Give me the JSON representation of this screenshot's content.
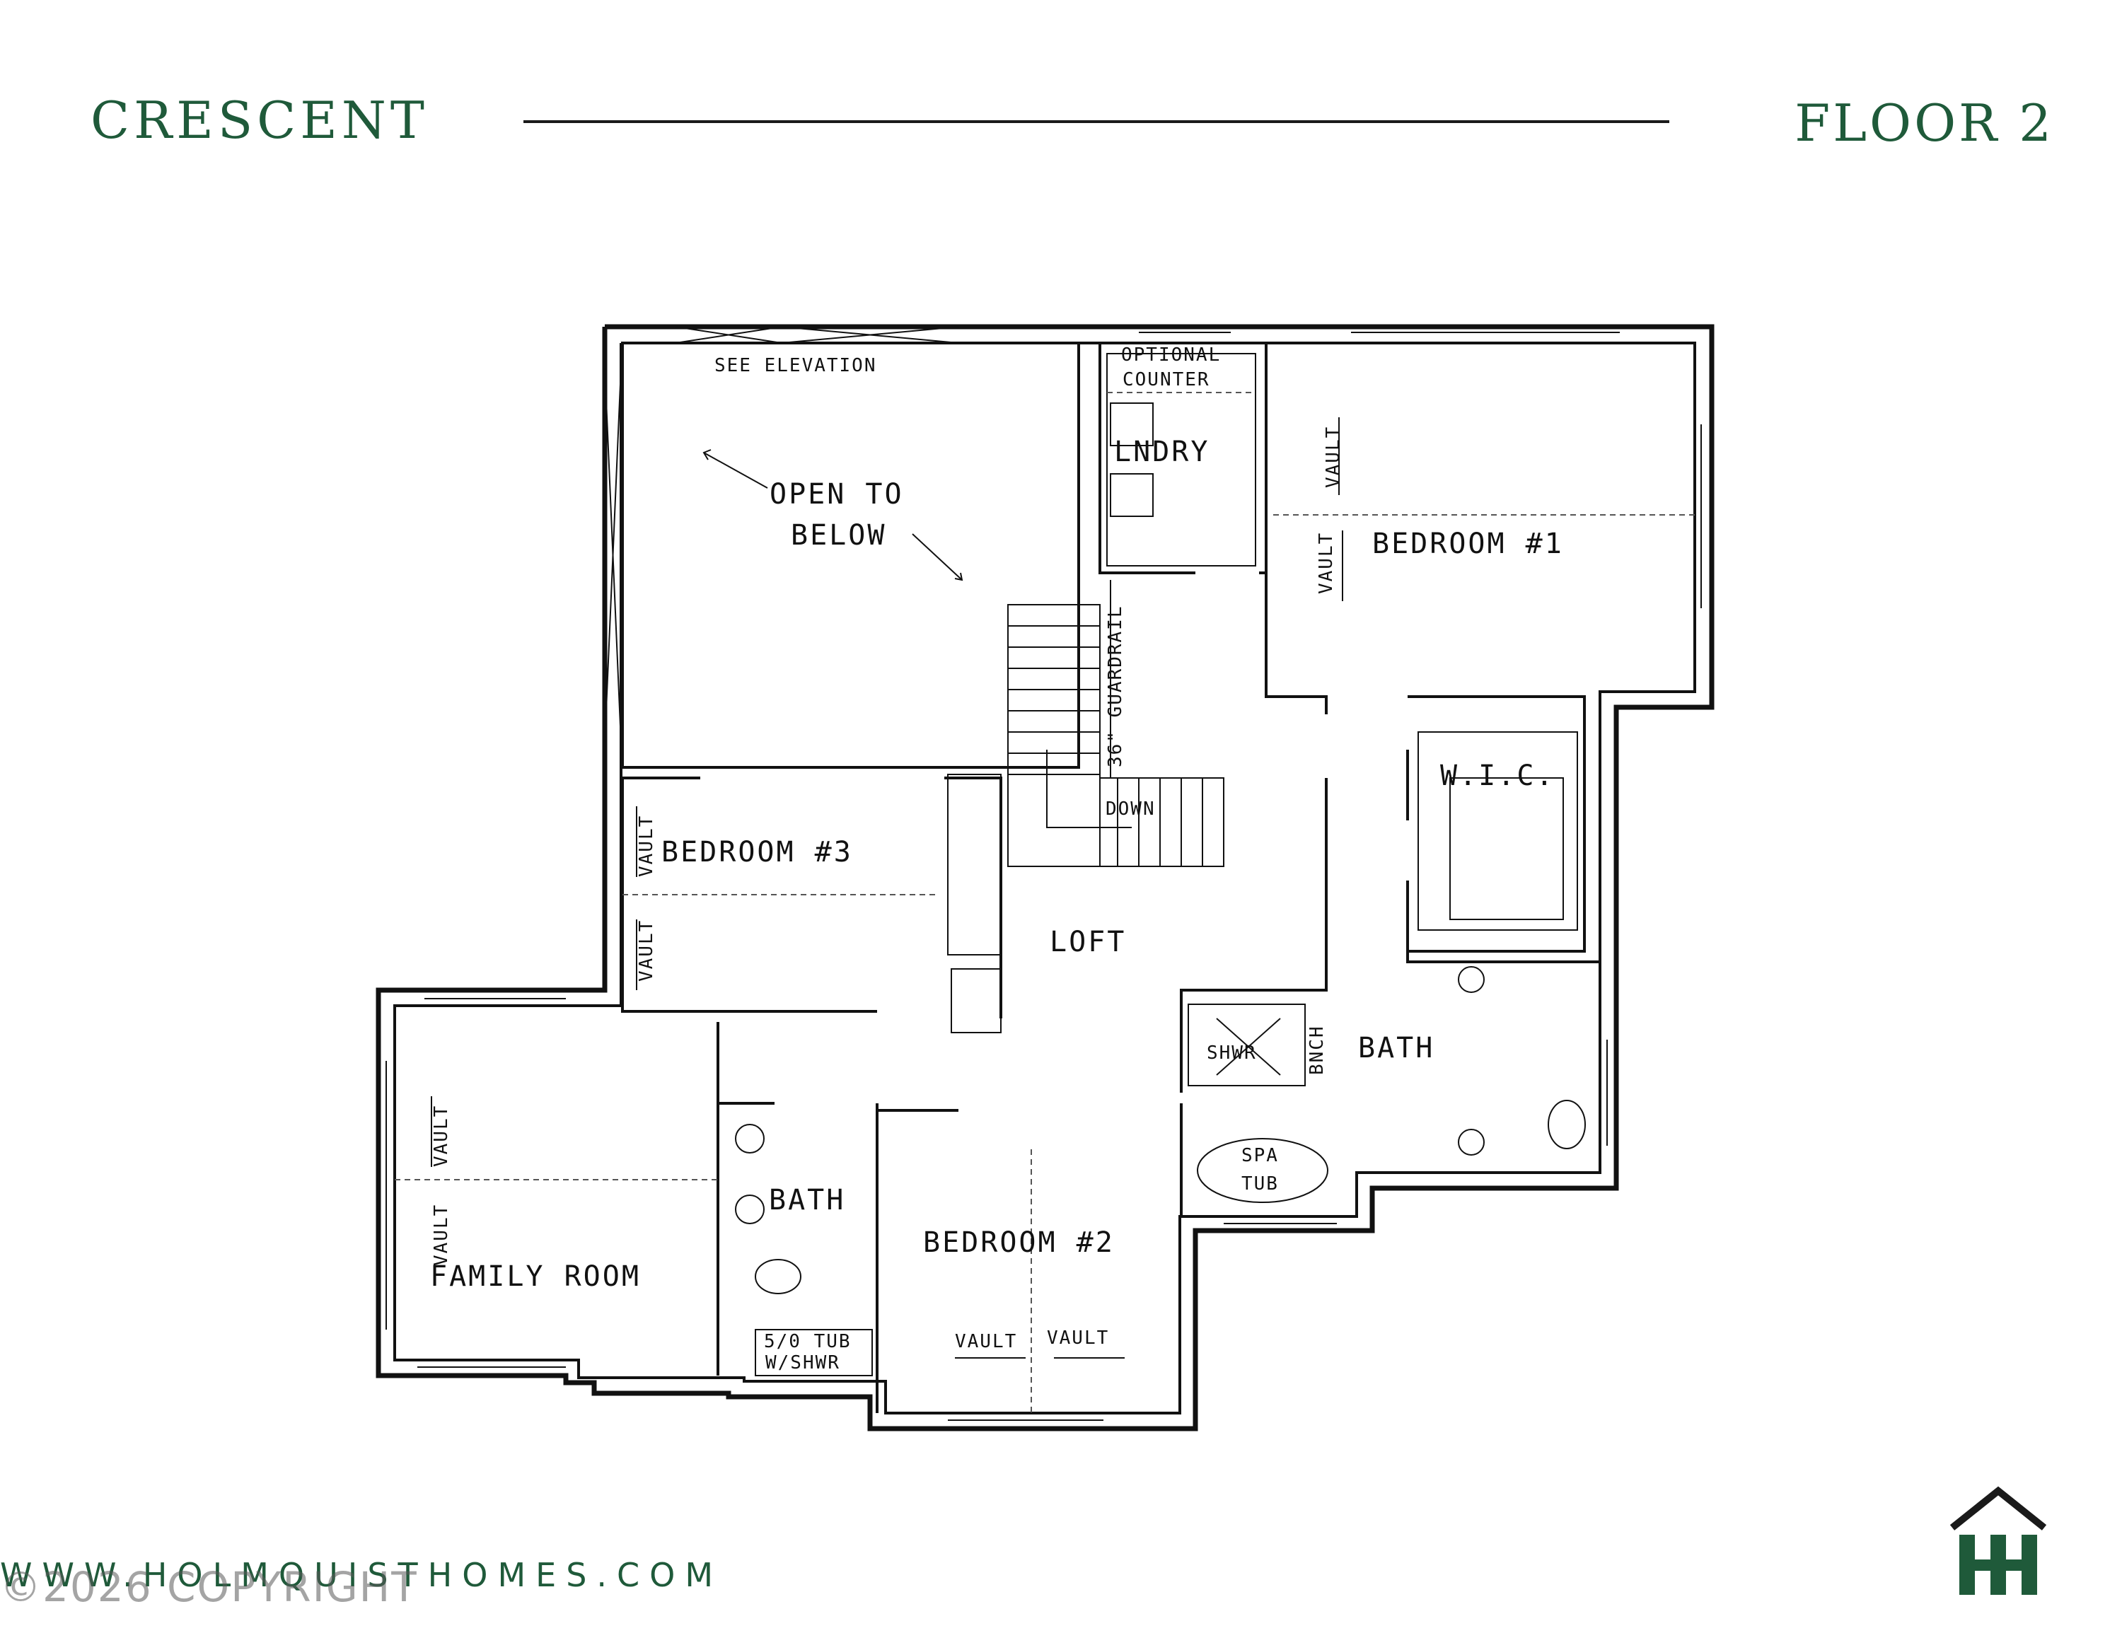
{
  "header": {
    "plan_name": "CRESCENT",
    "floor": "FLOOR 2"
  },
  "rooms": {
    "open_to_below_1": "OPEN TO",
    "open_to_below_2": "BELOW",
    "see_elevation": "SEE ELEVATION",
    "optional_counter_1": "OPTIONAL",
    "optional_counter_2": "COUNTER",
    "laundry": "LNDRY",
    "bedroom1": "BEDROOM #1",
    "bedroom2": "BEDROOM #2",
    "bedroom3": "BEDROOM #3",
    "wic": "W.I.C.",
    "loft": "LOFT",
    "down": "DOWN",
    "guardrail": "36\" GUARDRAIL",
    "bath_master": "BATH",
    "bath_hall": "BATH",
    "shower": "SHWR",
    "bench": "BNCH",
    "spa_tub_1": "SPA",
    "spa_tub_2": "TUB",
    "tub_shower_1": "5/0 TUB",
    "tub_shower_2": "W/SHWR",
    "family_room": "FAMILY ROOM",
    "vault": "VAULT"
  },
  "footer": {
    "website": "WWW.HOLMQUISTHOMES.COM",
    "copyright": "©2026 COPYRIGHT"
  },
  "colors": {
    "brand_green": "#1f5a3a",
    "line": "#111111"
  }
}
